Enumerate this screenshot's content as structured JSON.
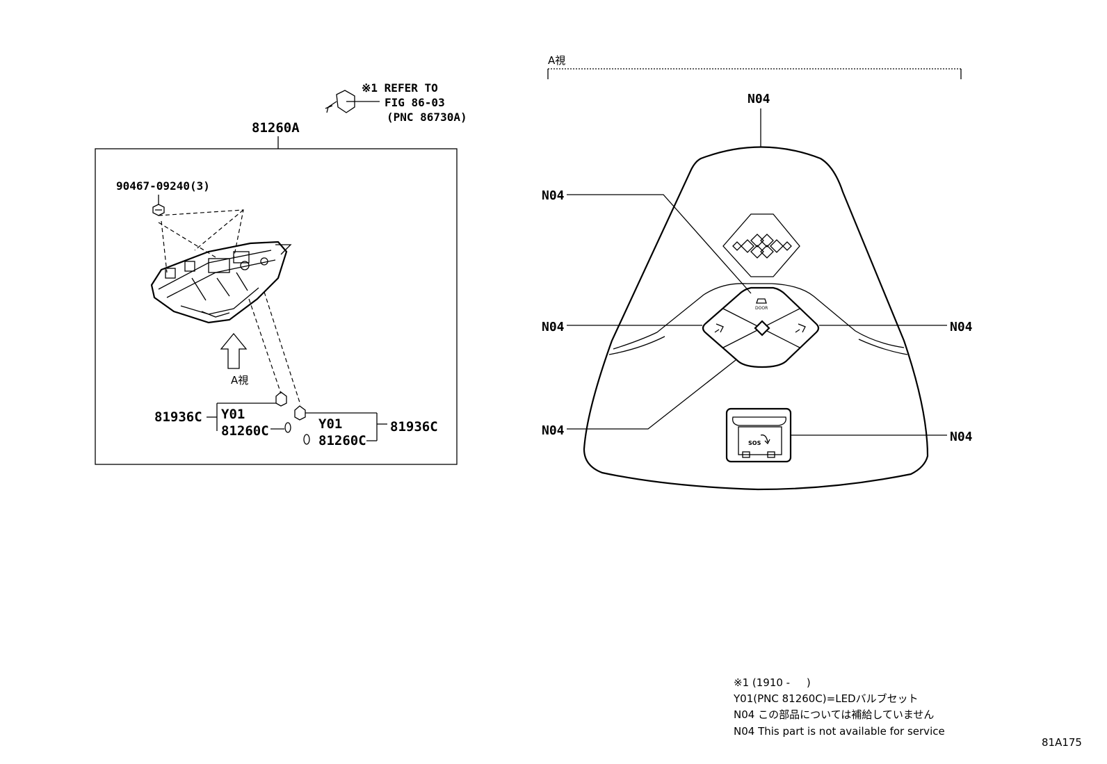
{
  "header_ref": {
    "line1": "※1 REFER TO",
    "line2": "FIG 86-03",
    "line3": "(PNC 86730A)"
  },
  "assembly": {
    "main_pnc": "81260A",
    "screw": "90467-09240(3)",
    "view_arrow_label": "A視",
    "left_socket": "81936C",
    "left_variant": "Y01",
    "left_bulb": "81260C",
    "right_variant": "Y01",
    "right_bulb": "81260C",
    "right_socket": "81936C"
  },
  "view_a": {
    "title": "A視",
    "callout_top": "N04",
    "callout_upper_left": "N04",
    "callout_mid_left": "N04",
    "callout_mid_right": "N04",
    "callout_lower_left": "N04",
    "callout_lower_right": "N04",
    "door_button_text": "DOOR",
    "sos_text": "SOS"
  },
  "notes": {
    "line1": "※1 (1910 -     )",
    "line2": "Y01(PNC 81260C)=LEDバルブセット",
    "line3": "N04 この部品については補給していません",
    "line4": "N04 This part is not available for service"
  },
  "figure_id": "81A175"
}
